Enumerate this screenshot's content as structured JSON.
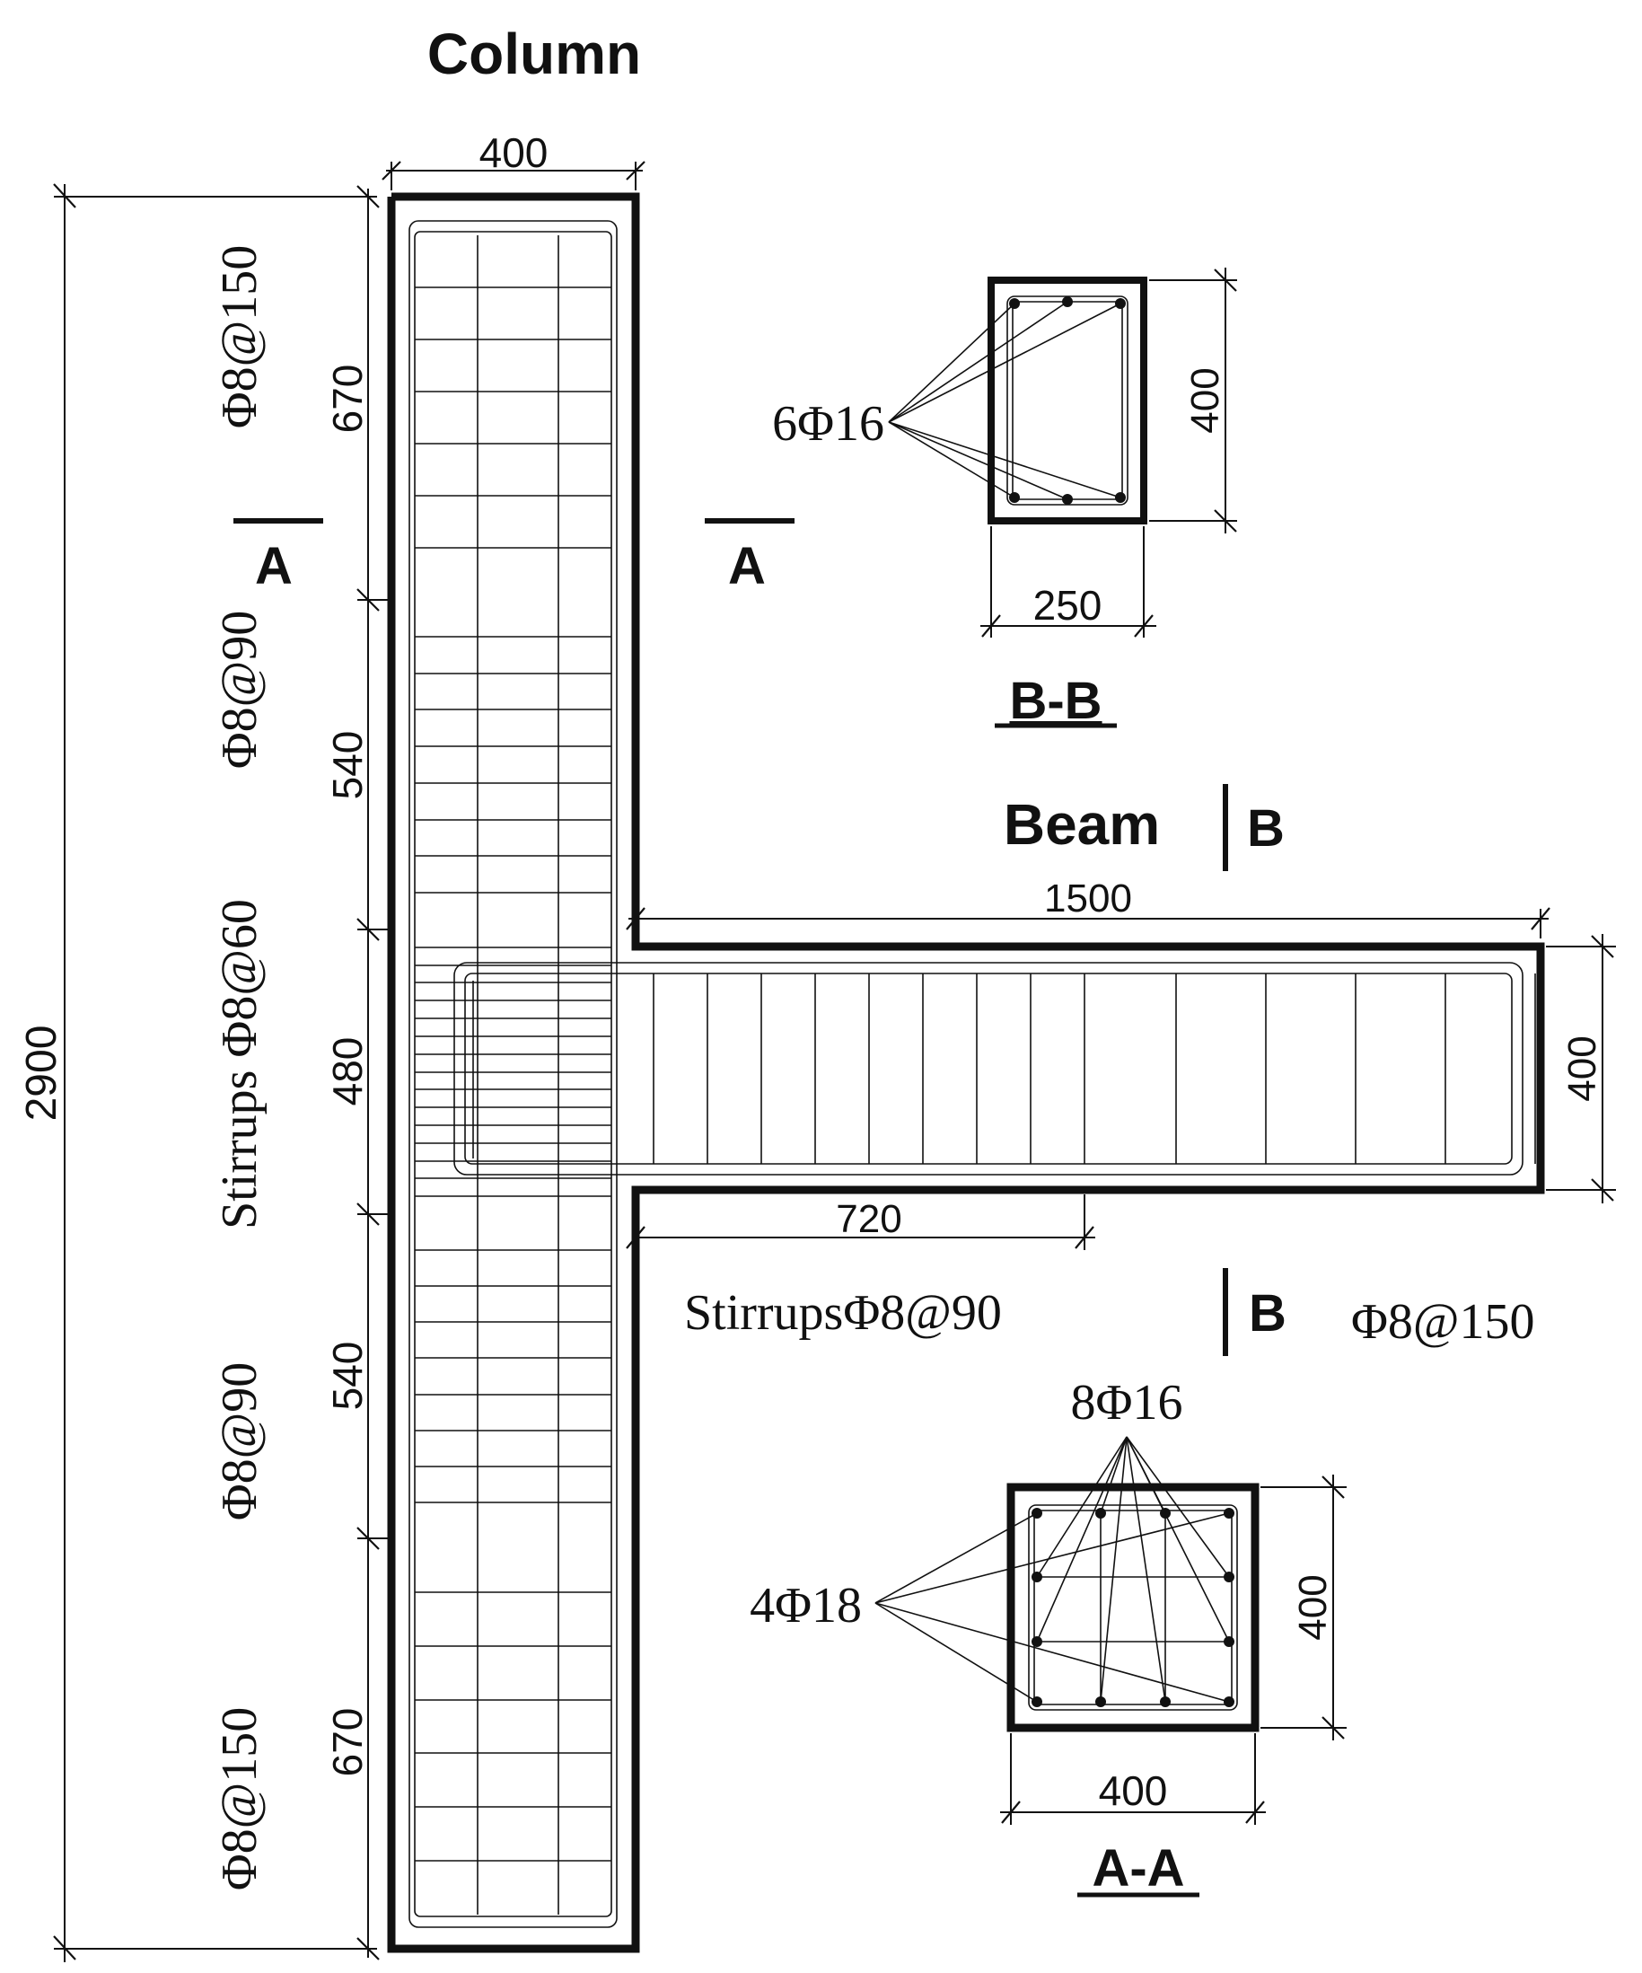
{
  "titles": {
    "column": "Column",
    "beam": "Beam",
    "section_aa": "A-A",
    "section_bb": "B-B"
  },
  "section_marks": {
    "a_left": "A",
    "a_right": "A",
    "b_top": "B",
    "b_bottom": "B"
  },
  "dimensions": {
    "column_width": "400",
    "column_height": "2900",
    "zone_top": "670",
    "zone_upper": "540",
    "zone_joint": "480",
    "zone_lower": "540",
    "zone_bottom": "670",
    "beam_length": "1500",
    "beam_depth": "400",
    "beam_dense_zone": "720",
    "bb_width": "250",
    "bb_height": "400",
    "aa_width": "400",
    "aa_height": "400"
  },
  "stirrup_notes": {
    "column_top": "Φ8@150",
    "column_upper": "Φ8@90",
    "column_joint": "Stirrups Φ8@60",
    "column_lower": "Φ8@90",
    "column_bottom": "Φ8@150",
    "beam_dense": "StirrupsΦ8@90",
    "beam_normal": "Φ8@150"
  },
  "rebar_labels": {
    "beam_bars": "6Φ16",
    "column_side_bars": "8Φ16",
    "column_corner_bars": "4Φ18"
  }
}
